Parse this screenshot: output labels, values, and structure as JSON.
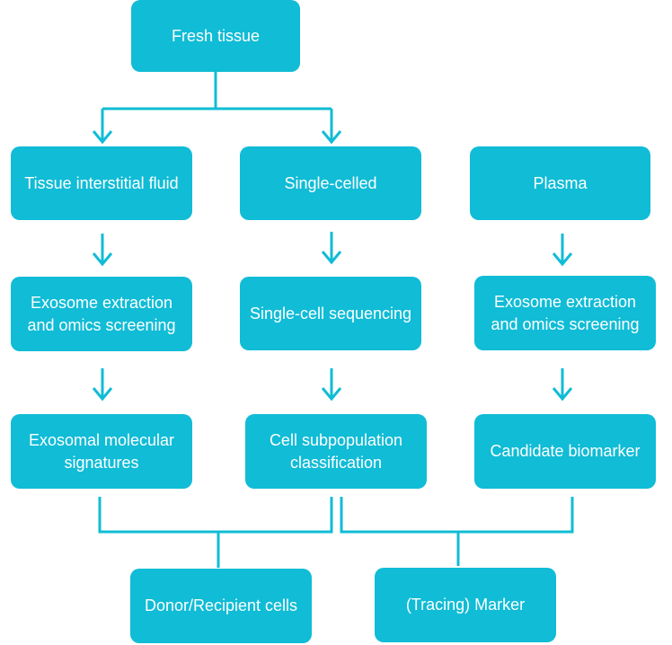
{
  "nodes": {
    "fresh_tissue": "Fresh tissue",
    "tissue_interstitial_fluid": "Tissue interstitial fluid",
    "single_celled": "Single-celled",
    "plasma": "Plasma",
    "exosome_extraction_left": "Exosome extraction and omics screening",
    "single_cell_sequencing": "Single-cell sequencing",
    "exosome_extraction_right": "Exosome extraction and omics screening",
    "exosomal_molecular_signatures": "Exosomal molecular signatures",
    "cell_subpopulation_classification": "Cell subpopulation classification",
    "candidate_biomarker": "Candidate biomarker",
    "donor_recipient_cells": "Donor/Recipient cells",
    "tracing_marker": "(Tracing) Marker"
  },
  "colors": {
    "box_fill": "#10bcd6",
    "connector": "#10bcd6",
    "text": "#ffffff"
  }
}
